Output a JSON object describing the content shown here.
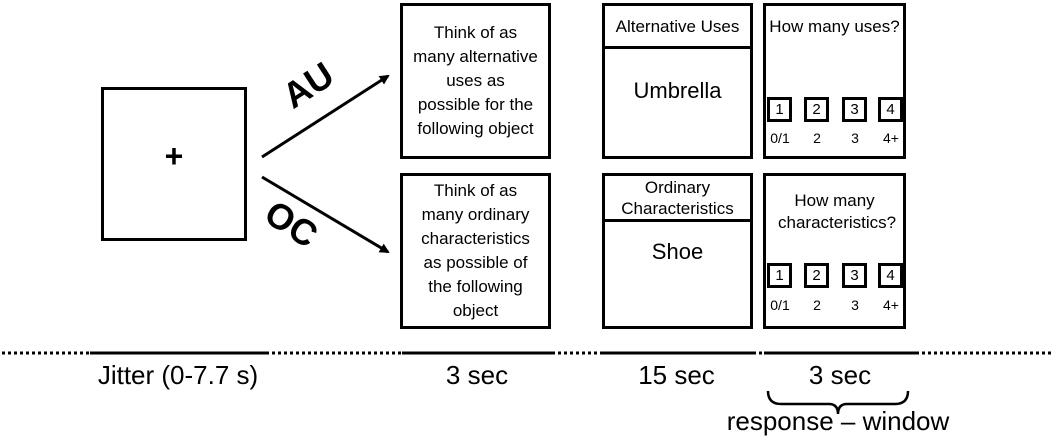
{
  "fixation": {
    "symbol": "+"
  },
  "conditions": {
    "top": {
      "label": "AU"
    },
    "bottom": {
      "label": "OC"
    }
  },
  "instruction_screens": {
    "au": "Think of as many alternative uses as possible for the following object",
    "oc": "Think of as many ordinary characteristics as possible of the following object"
  },
  "task_screens": {
    "au": {
      "header": "Alternative Uses",
      "object": "Umbrella"
    },
    "oc": {
      "header": "Ordinary Characteristics",
      "object": "Shoe"
    }
  },
  "response_screens": {
    "au": {
      "question": "How many uses?"
    },
    "oc": {
      "question": "How many characteristics?"
    },
    "keys": [
      "1",
      "2",
      "3",
      "4"
    ],
    "key_labels": [
      "0/1",
      "2",
      "3",
      "4+"
    ]
  },
  "timeline": {
    "jitter": "Jitter (0-7.7 s)",
    "instruction_duration": "3 sec",
    "task_duration": "15 sec",
    "response_duration": "3 sec",
    "response_window": "response – window"
  }
}
